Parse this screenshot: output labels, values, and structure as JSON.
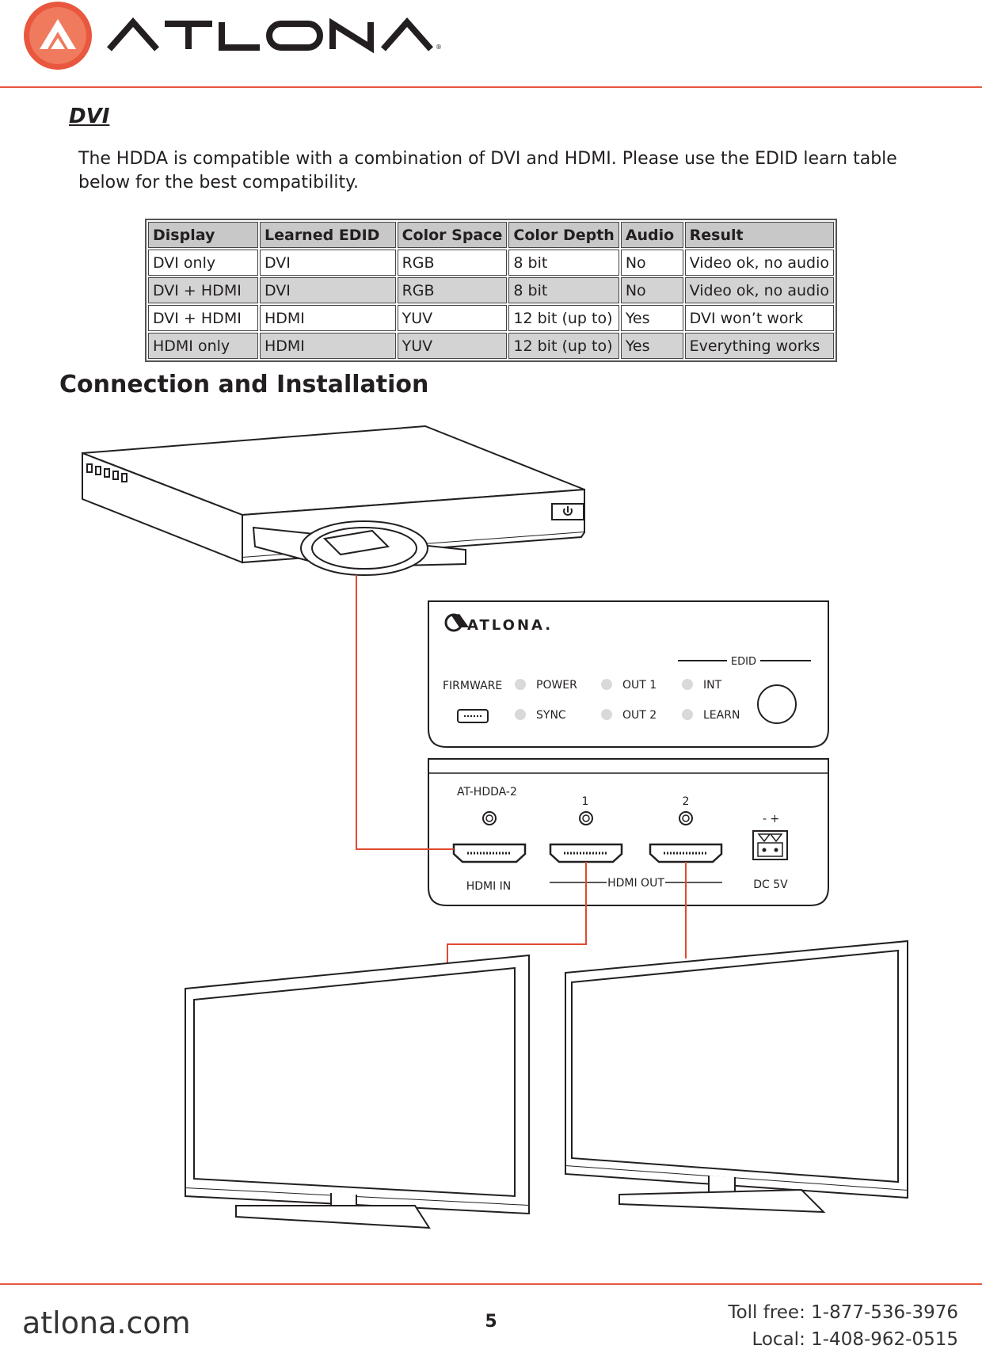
{
  "header": {
    "brand": "ATLONA"
  },
  "dvi_section": {
    "title": "DVI",
    "intro": "The HDDA is compatible with a combination of DVI and HDMI. Please use the EDID learn table below for the best compatibility."
  },
  "edid_table": {
    "headers": [
      "Display",
      "Learned EDID",
      "Color Space",
      "Color Depth",
      "Audio",
      "Result"
    ],
    "rows": [
      [
        "DVI only",
        "DVI",
        "RGB",
        "8 bit",
        "No",
        "Video ok, no audio"
      ],
      [
        "DVI + HDMI",
        "DVI",
        "RGB",
        "8 bit",
        "No",
        "Video ok, no audio"
      ],
      [
        "DVI + HDMI",
        "HDMI",
        "YUV",
        "12 bit (up to)",
        "Yes",
        "DVI won’t work"
      ],
      [
        "HDMI only",
        "HDMI",
        "YUV",
        "12 bit (up to)",
        "Yes",
        "Everything works"
      ]
    ]
  },
  "connection_section": {
    "title": "Connection and Installation"
  },
  "device": {
    "brand": "ATLONA.",
    "edid": "EDID",
    "firmware": "FIRMWARE",
    "power": "POWER",
    "sync": "SYNC",
    "out1": "OUT 1",
    "out2": "OUT 2",
    "int": "INT",
    "learn": "LEARN",
    "model": "AT-HDDA-2",
    "port1": "1",
    "port2": "2",
    "polarity": "-   +",
    "hdmi_in": "HDMI IN",
    "hdmi_out": "HDMI OUT",
    "dc": "DC  5V"
  },
  "colors": {
    "accent": "#e8573e",
    "cable": "#e04a2f",
    "line": "#231f20"
  },
  "footer": {
    "url": "atlona.com",
    "page": "5",
    "toll_free": "Toll free: 1-877-536-3976",
    "local": "Local: 1-408-962-0515"
  }
}
